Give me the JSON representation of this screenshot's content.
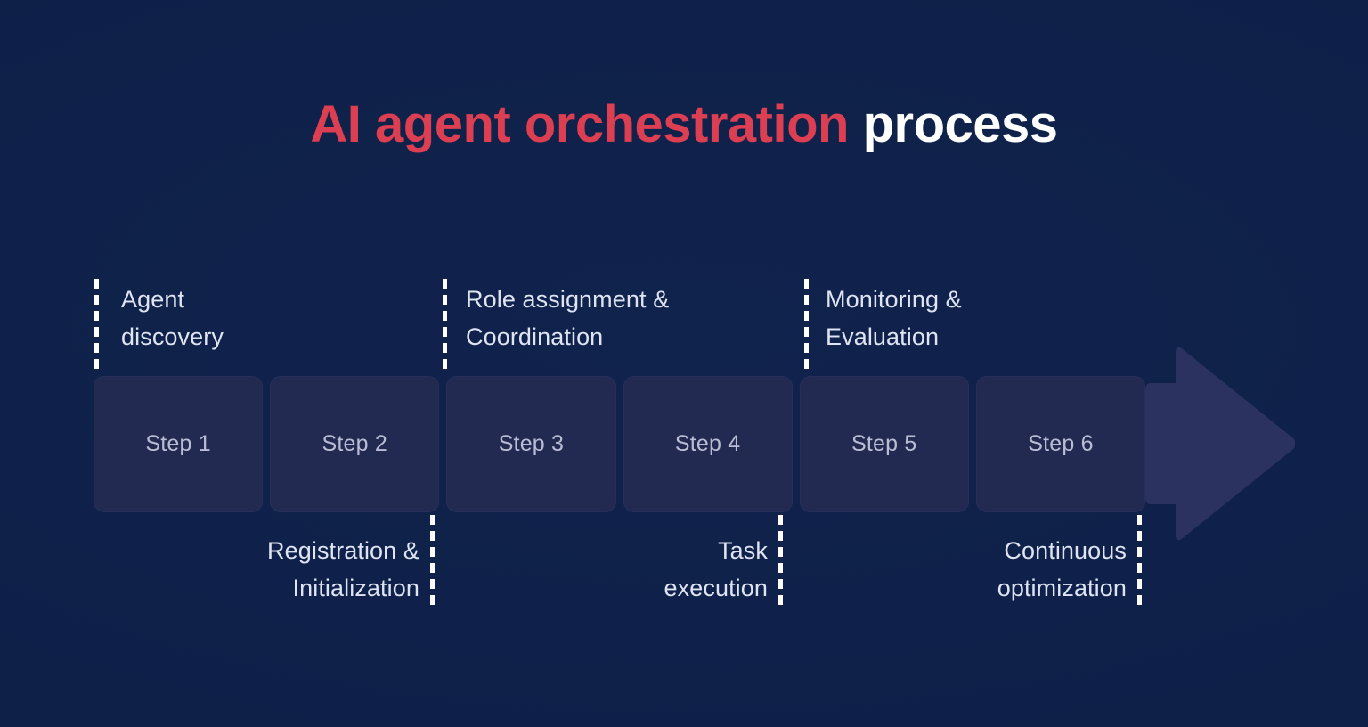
{
  "slide": {
    "background_color": "#0e2048",
    "accent_color": "#dc3e52",
    "box_color": "#232a52",
    "arrow_color": "#2b3260",
    "dash_color": "#ffffff",
    "title": {
      "accent_text": "AI agent orchestration",
      "plain_text": "process",
      "full_text": "AI agent orchestration process"
    }
  },
  "diagram": {
    "type": "process-timeline",
    "direction": "left-to-right",
    "steps": [
      {
        "label": "Step 1"
      },
      {
        "label": "Step 2"
      },
      {
        "label": "Step 3"
      },
      {
        "label": "Step 4"
      },
      {
        "label": "Step 5"
      },
      {
        "label": "Step 6"
      }
    ],
    "callouts": [
      {
        "text": "Agent\ndiscovery",
        "position": "top",
        "step": "Step 1"
      },
      {
        "text": "Registration &\nInitialization",
        "position": "bottom",
        "step": "Step 2"
      },
      {
        "text": "Role assignment &\nCoordination",
        "position": "top",
        "step": "Step 3"
      },
      {
        "text": "Task\nexecution",
        "position": "bottom",
        "step": "Step 4"
      },
      {
        "text": "Monitoring &\nEvaluation",
        "position": "top",
        "step": "Step 5"
      },
      {
        "text": "Continuous\noptimization",
        "position": "bottom",
        "step": "Step 6"
      }
    ]
  }
}
